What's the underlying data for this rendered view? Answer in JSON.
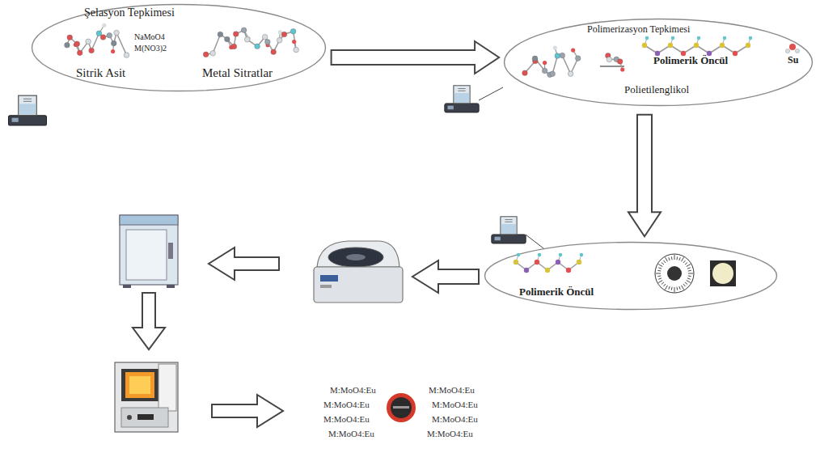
{
  "diagram": {
    "nodes": [
      {
        "text": [
          "Şelasyon Tepkimesi",
          "Sitrik Asit",
          "NaMoO4",
          "M(NO3)2",
          "Metal Sitratlar"
        ]
      },
      {
        "text": [
          "Polimerizasyon Tepkimesi",
          "Polimerik Öncül",
          "Su",
          "Polietilenglikol"
        ]
      },
      {
        "text": [
          "Polimerik Öncül"
        ]
      }
    ],
    "edges": [
      {
        "from": 0,
        "to": 1,
        "arrow": "to"
      },
      {
        "from": 1,
        "to": 2,
        "arrow": "to"
      }
    ],
    "labels": [
      "M:MoO4:Eu",
      "M:MoO4:Eu",
      "M:MoO4:Eu",
      "M:MoO4:Eu",
      "M:MoO4:Eu",
      "M:MoO4:Eu",
      "M:MoO4:Eu",
      "M:MoO4:Eu"
    ]
  }
}
